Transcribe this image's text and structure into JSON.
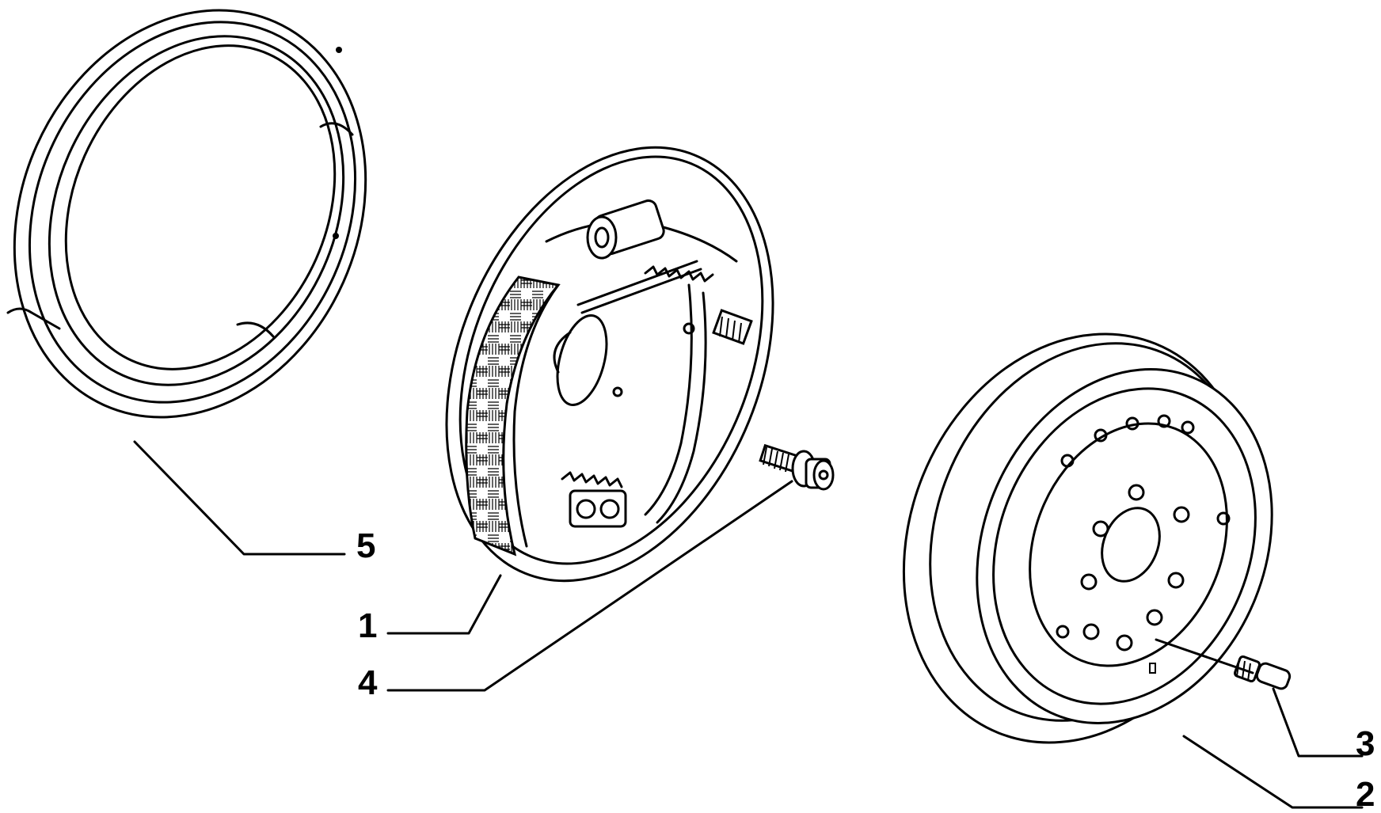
{
  "diagram": {
    "parts": [
      {
        "id": "part-1",
        "label": "1"
      },
      {
        "id": "part-2",
        "label": "2"
      },
      {
        "id": "part-3",
        "label": "3"
      },
      {
        "id": "part-4",
        "label": "4"
      },
      {
        "id": "part-5",
        "label": "5"
      }
    ]
  }
}
